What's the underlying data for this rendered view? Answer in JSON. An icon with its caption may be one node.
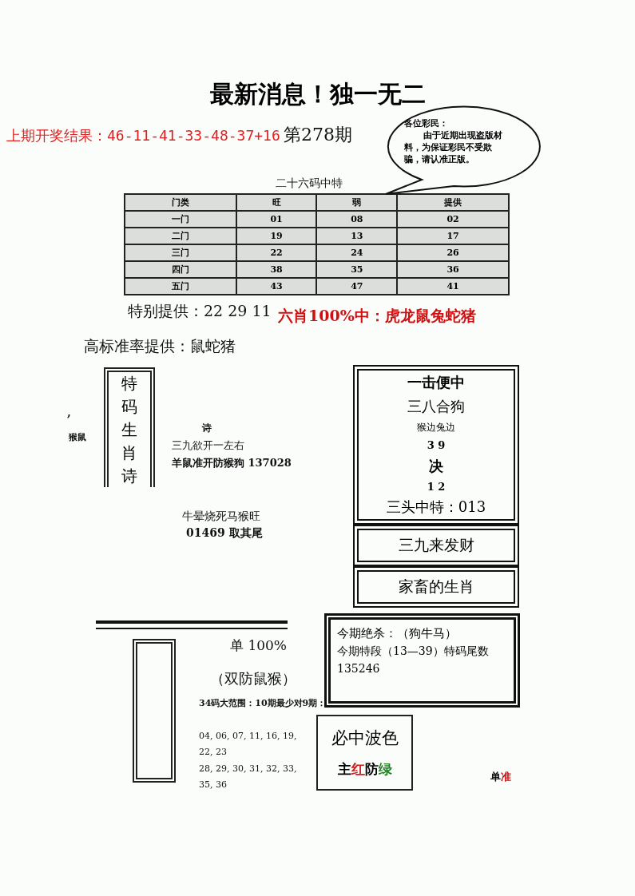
{
  "diagram": {
    "title": "最新消息！独一无二",
    "nodes": [
      {
        "text": [
          "各位彩民：",
          "由于近期出现盗版材料，为保证彩民不受欺骗，请认准正版。"
        ]
      },
      {
        "text": [
          "特码生肖诗"
        ]
      },
      {
        "text": [
          "一击便中",
          "三八合狗",
          "猴边兔边",
          "3 9",
          "决",
          "1 2",
          "三头中特：013"
        ]
      },
      {
        "text": [
          "三九来发财"
        ]
      },
      {
        "text": [
          "家畜的生肖"
        ]
      },
      {
        "text": [],
        "shape": "box"
      },
      {
        "text": [
          "今期绝杀：（狗牛马）",
          "今期特段（13—39）特码尾数 135246"
        ]
      },
      {
        "text": [
          "必中波色",
          "主红防绿"
        ]
      }
    ],
    "labels": [
      "上期开奖结果：46-11-41-33-48-37+16",
      "第278期",
      "二十六码中特",
      "门类",
      "旺",
      "弱",
      "提供",
      "一门",
      "01",
      "08",
      "02",
      "二门",
      "19",
      "13",
      "17",
      "三门",
      "22",
      "24",
      "26",
      "四门",
      "38",
      "35",
      "36",
      "五门",
      "43",
      "47",
      "41",
      "特别提供：22 29 11",
      "六肖100%中：虎龙鼠兔蛇猪",
      "高标准率提供：鼠蛇猪",
      ",",
      "猴鼠",
      "诗",
      "三九欲开一左右",
      "羊鼠准开防猴狗 137028",
      "牛晕烧死马猴旺",
      "01469 取其尾",
      "单 100%",
      "（双防鼠猴）",
      "34码大范围：10期最少对9期：",
      "04, 06, 07, 11, 16, 19, 22, 23",
      "28, 29, 30, 31, 32, 33, 35, 36",
      "单准"
    ]
  }
}
